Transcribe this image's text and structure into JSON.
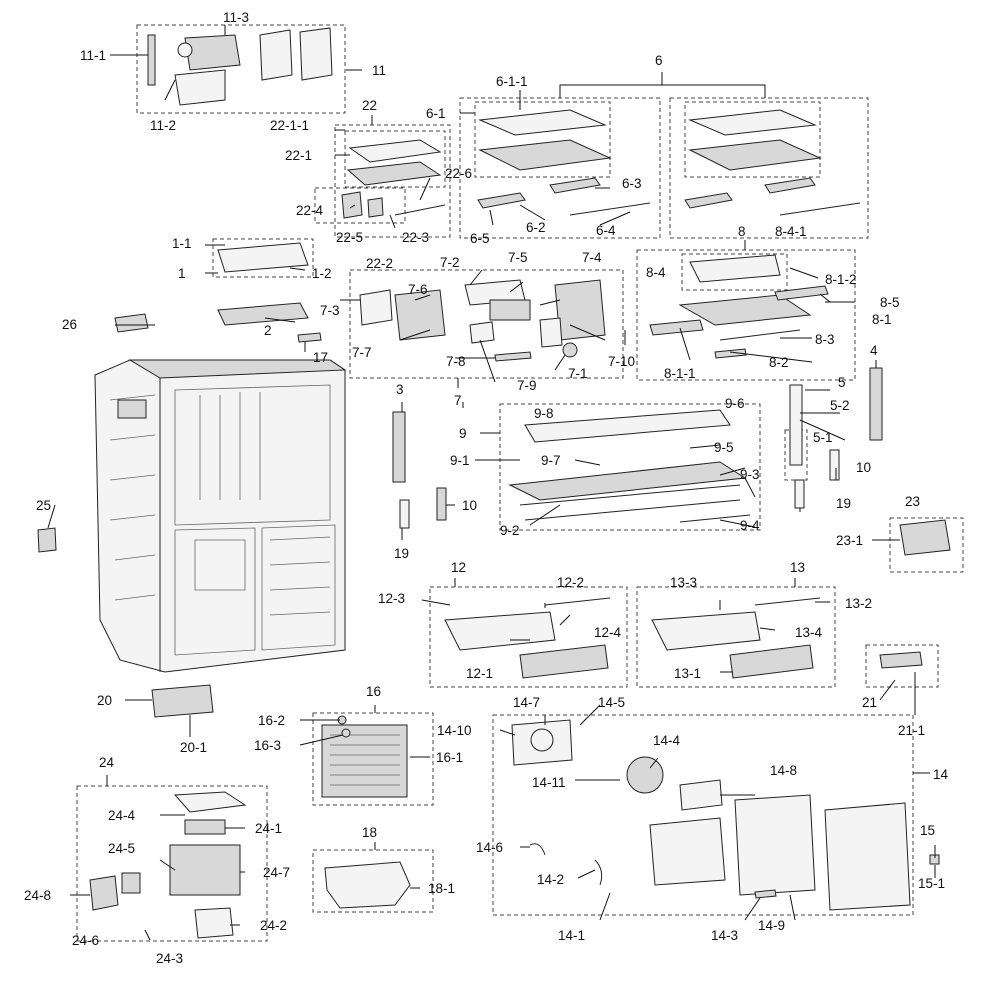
{
  "diagram": {
    "labels": {
      "l1": "1",
      "l1_1": "1-1",
      "l1_2": "1-2",
      "l2": "2",
      "l3": "3",
      "l4": "4",
      "l5": "5",
      "l5_1": "5-1",
      "l5_2": "5-2",
      "l6": "6",
      "l6_1": "6-1",
      "l6_1_1": "6-1-1",
      "l6_2": "6-2",
      "l6_3": "6-3",
      "l6_4": "6-4",
      "l6_5": "6-5",
      "l7": "7",
      "l7_1": "7-1",
      "l7_2": "7-2",
      "l7_3": "7-3",
      "l7_4": "7-4",
      "l7_5": "7-5",
      "l7_6": "7-6",
      "l7_7": "7-7",
      "l7_8": "7-8",
      "l7_9": "7-9",
      "l7_10": "7-10",
      "l8": "8",
      "l8_1": "8-1",
      "l8_1_1": "8-1-1",
      "l8_1_2": "8-1-2",
      "l8_2": "8-2",
      "l8_3": "8-3",
      "l8_4": "8-4",
      "l8_4_1": "8-4-1",
      "l8_5": "8-5",
      "l9": "9",
      "l9_1": "9-1",
      "l9_2": "9-2",
      "l9_3": "9-3",
      "l9_4": "9-4",
      "l9_5": "9-5",
      "l9_6": "9-6",
      "l9_7": "9-7",
      "l9_8": "9-8",
      "l10a": "10",
      "l10b": "10",
      "l11": "11",
      "l11_1": "11-1",
      "l11_2": "11-2",
      "l11_3": "11-3",
      "l12": "12",
      "l12_1": "12-1",
      "l12_2": "12-2",
      "l12_3": "12-3",
      "l12_4": "12-4",
      "l13": "13",
      "l13_1": "13-1",
      "l13_2": "13-2",
      "l13_3": "13-3",
      "l13_4": "13-4",
      "l14": "14",
      "l14_1": "14-1",
      "l14_2": "14-2",
      "l14_3": "14-3",
      "l14_4": "14-4",
      "l14_5": "14-5",
      "l14_6": "14-6",
      "l14_7": "14-7",
      "l14_8": "14-8",
      "l14_9": "14-9",
      "l14_10": "14-10",
      "l14_11": "14-11",
      "l15": "15",
      "l15_1": "15-1",
      "l16": "16",
      "l16_1": "16-1",
      "l16_2": "16-2",
      "l16_3": "16-3",
      "l17": "17",
      "l18": "18",
      "l18_1": "18-1",
      "l19a": "19",
      "l19b": "19",
      "l20": "20",
      "l20_1": "20-1",
      "l21": "21",
      "l21_1": "21-1",
      "l22": "22",
      "l22_1": "22-1",
      "l22_1_1": "22-1-1",
      "l22_2": "22-2",
      "l22_3": "22-3",
      "l22_4": "22-4",
      "l22_5": "22-5",
      "l22_6": "22-6",
      "l23": "23",
      "l23_1": "23-1",
      "l24": "24",
      "l24_1": "24-1",
      "l24_2": "24-2",
      "l24_3": "24-3",
      "l24_4": "24-4",
      "l24_5": "24-5",
      "l24_6": "24-6",
      "l24_7": "24-7",
      "l24_8": "24-8",
      "l25": "25",
      "l26": "26"
    }
  }
}
